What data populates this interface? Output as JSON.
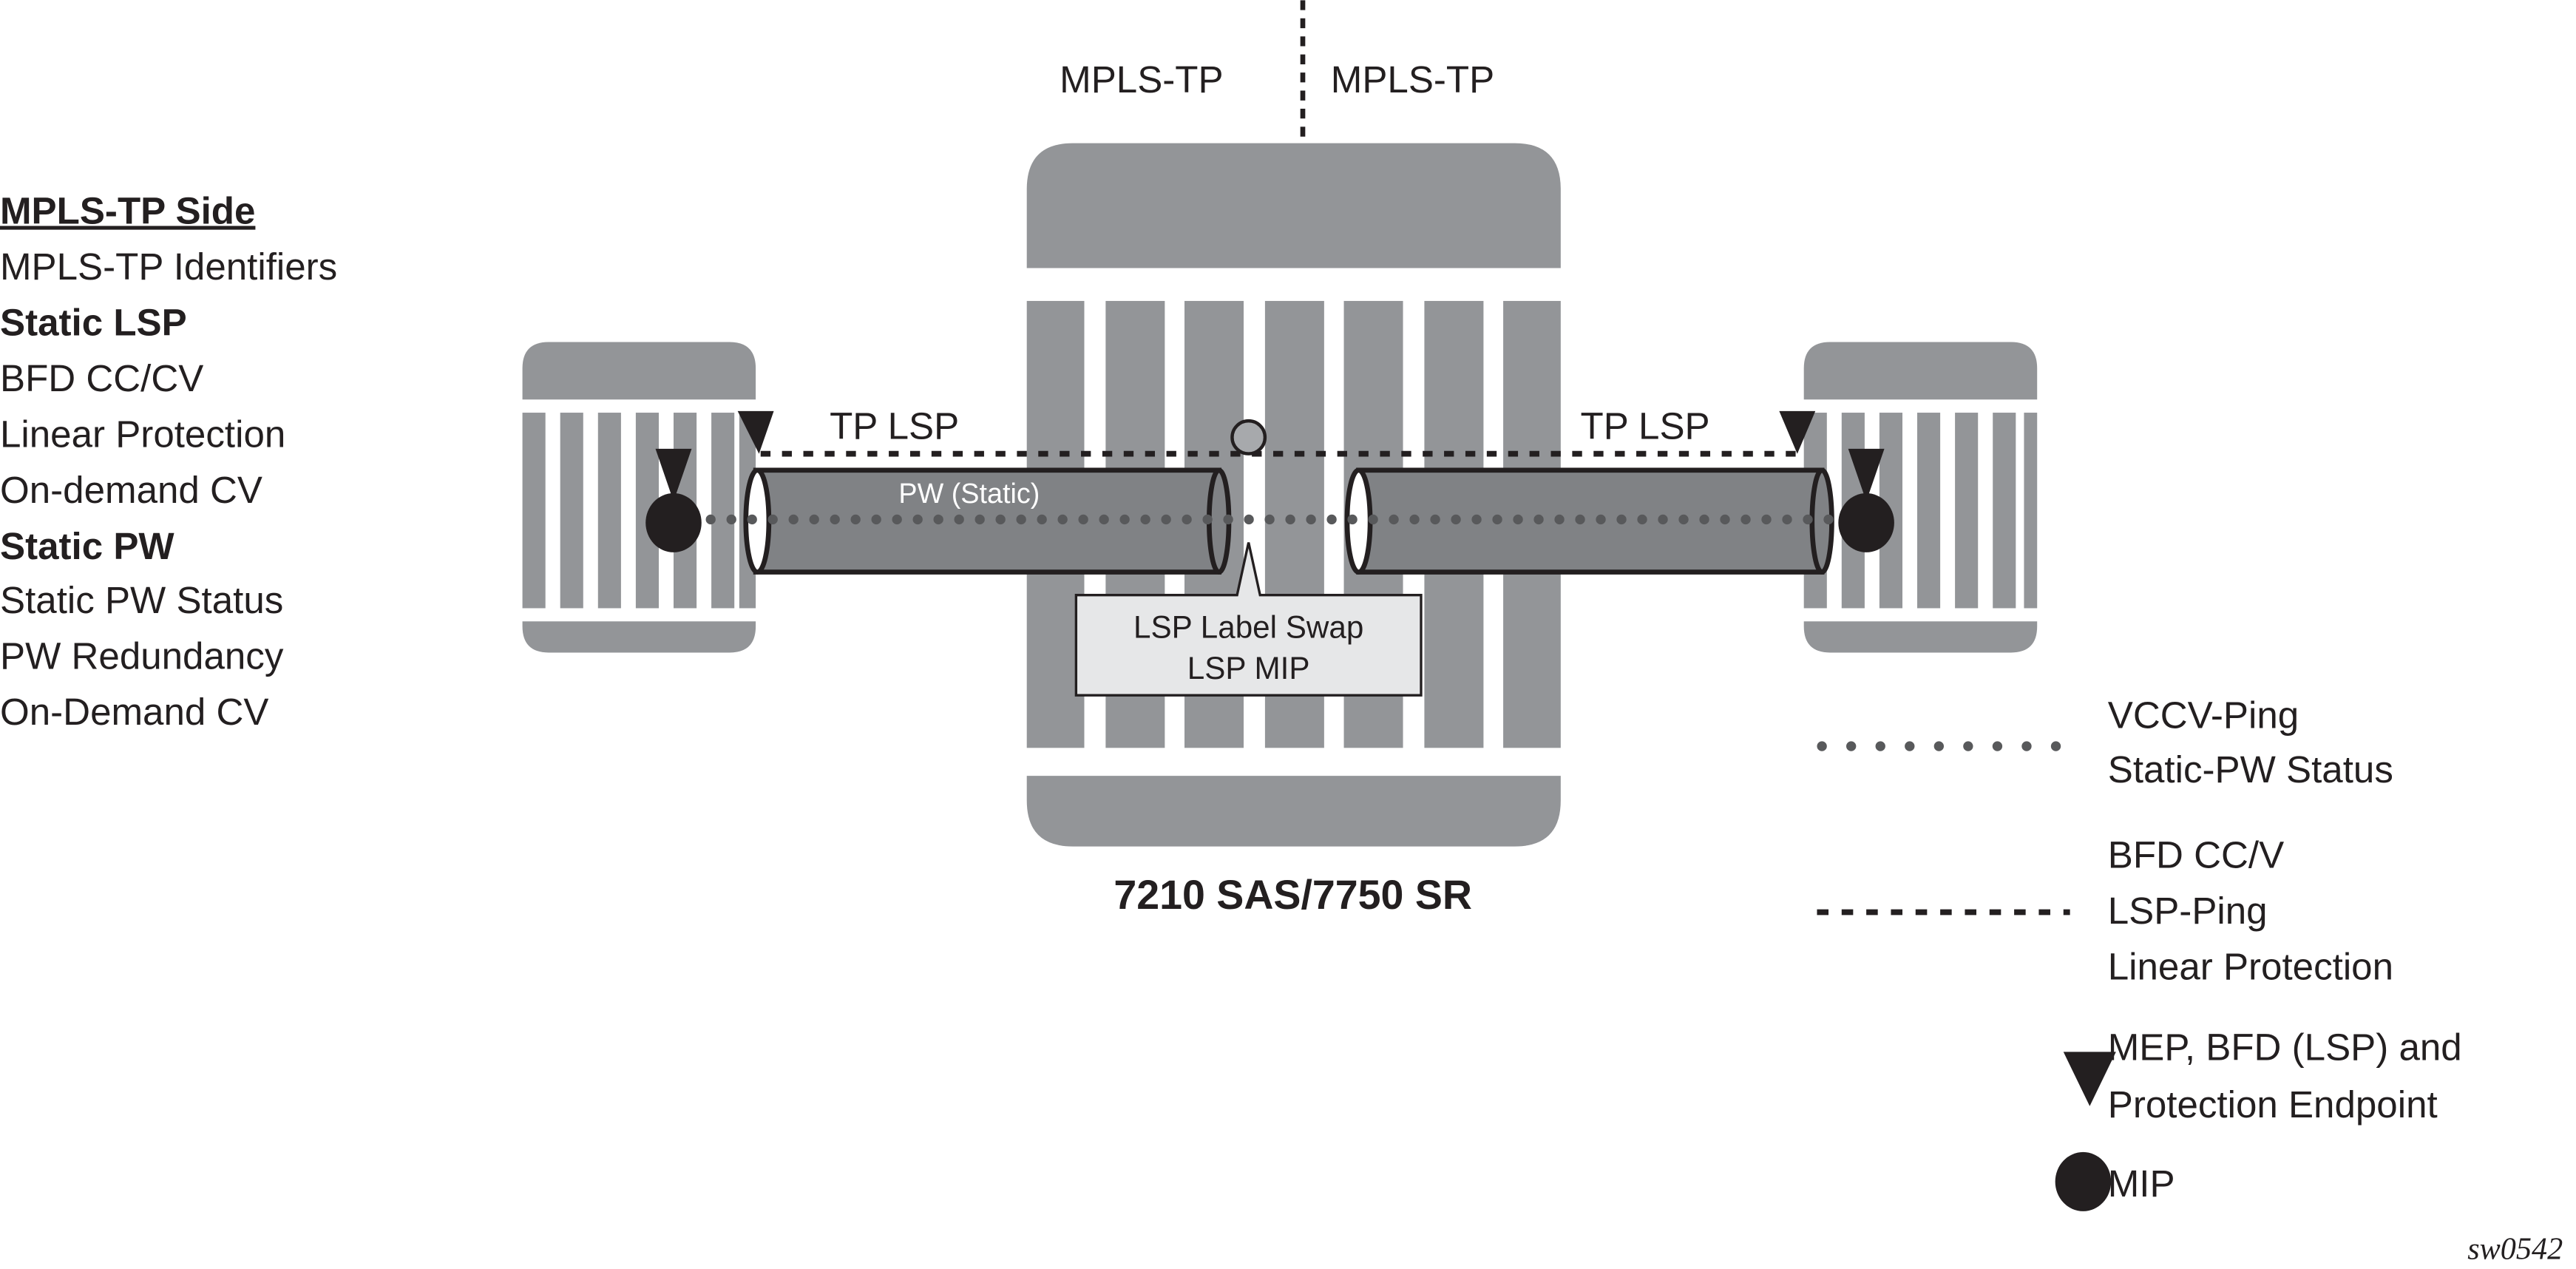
{
  "top_labels": {
    "left": "MPLS-TP",
    "right": "MPLS-TP"
  },
  "side_list": {
    "title": "MPLS-TP Side",
    "items": [
      {
        "label": "MPLS-TP Identifiers",
        "bold": false
      },
      {
        "label": "Static LSP",
        "bold": true
      },
      {
        "label": "BFD CC/CV",
        "bold": false
      },
      {
        "label": "Linear Protection",
        "bold": false
      },
      {
        "label": "On-demand CV",
        "bold": false
      },
      {
        "label": "Static PW",
        "bold": true
      },
      {
        "label": "Static PW Status",
        "bold": false
      },
      {
        "label": "PW Redundancy",
        "bold": false
      },
      {
        "label": "On-Demand CV",
        "bold": false
      }
    ]
  },
  "diagram": {
    "tp_lsp_left": "TP LSP",
    "tp_lsp_right": "TP LSP",
    "pw_label": "PW (Static)",
    "callout": {
      "line1": "LSP Label Swap",
      "line2": "LSP MIP"
    },
    "device_label": "7210 SAS/7750 SR"
  },
  "legend": {
    "dotted": {
      "line1": "VCCV-Ping",
      "line2": "Static-PW Status"
    },
    "dashed": {
      "line1": "BFD CC/V",
      "line2": "LSP-Ping",
      "line3": "Linear Protection"
    },
    "triangle": {
      "line1": "MEP, BFD (LSP) and",
      "line2": "Protection Endpoint"
    },
    "circle": {
      "line1": "MIP"
    }
  },
  "figure_id": "sw0542",
  "colors": {
    "device": "#939598",
    "tube": "#808285",
    "dots": "#58595b",
    "callout": "#e6e7e8"
  }
}
